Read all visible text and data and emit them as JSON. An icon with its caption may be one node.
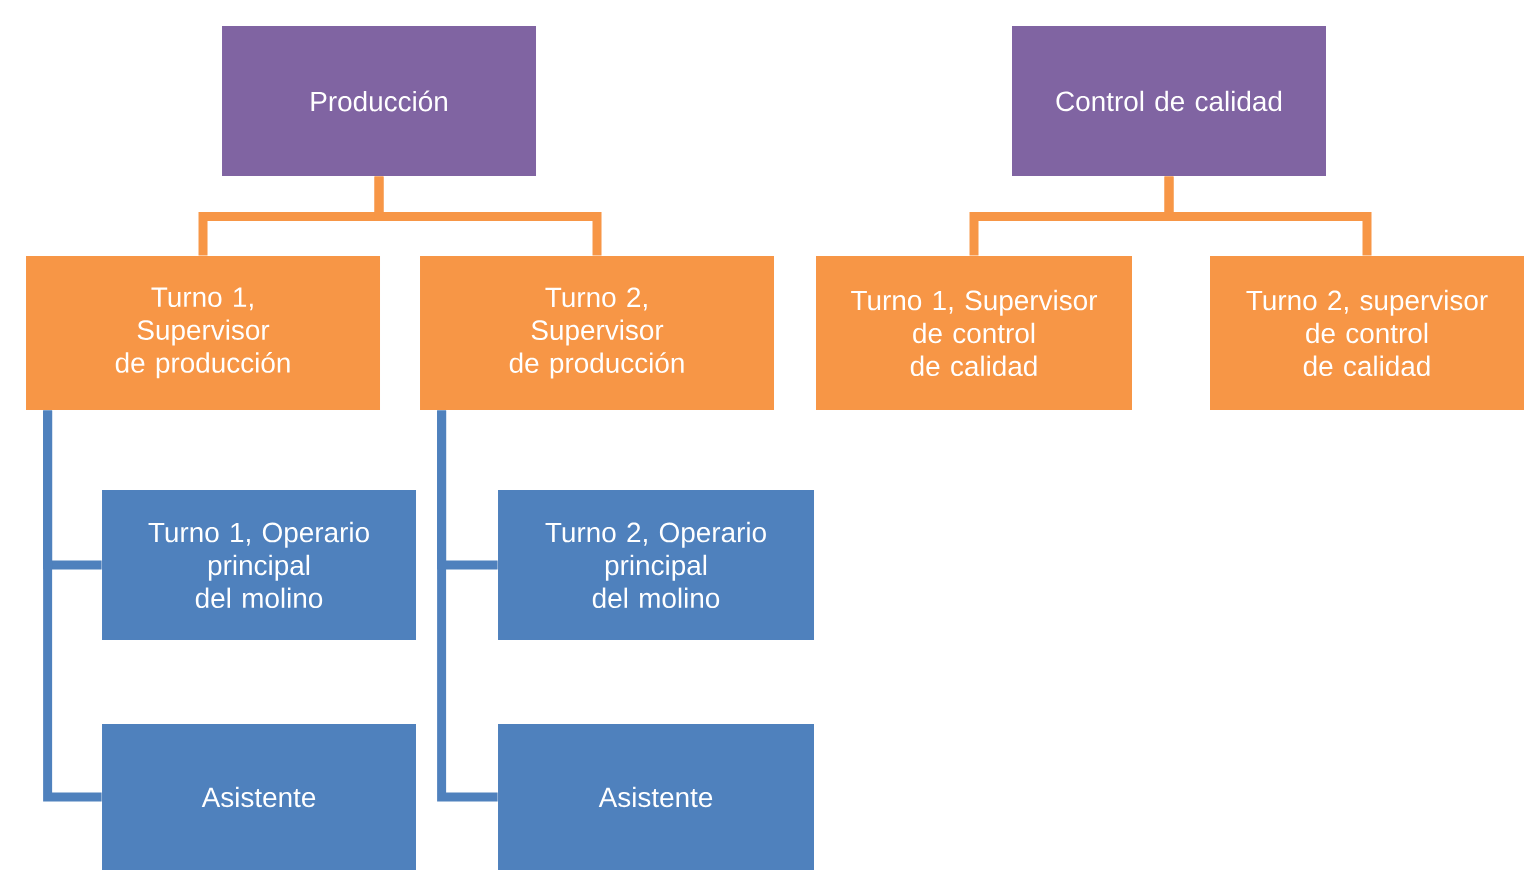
{
  "diagram": {
    "nodes": [
      {
        "text": [
          "Producción"
        ]
      },
      {
        "text": [
          "Control de calidad"
        ]
      },
      {
        "text": [
          "Turno 1, Supervisor de producción"
        ]
      },
      {
        "text": [
          "Turno 2, Supervisor de producción"
        ]
      },
      {
        "text": [
          "Turno 1, Supervisor de control de calidad"
        ]
      },
      {
        "text": [
          "Turno 2, supervisor de control de calidad"
        ]
      },
      {
        "text": [
          "Turno 1, Operario principal del molino"
        ]
      },
      {
        "text": [
          "Asistente"
        ]
      },
      {
        "text": [
          "Turno 2, Operario principal del molino"
        ]
      },
      {
        "text": [
          "Asistente"
        ]
      }
    ],
    "edges": [
      {
        "from": 0,
        "to": 2,
        "arrow": "none",
        "color": "#f79646"
      },
      {
        "from": 0,
        "to": 3,
        "arrow": "none",
        "color": "#f79646"
      },
      {
        "from": 1,
        "to": 4,
        "arrow": "none",
        "color": "#f79646"
      },
      {
        "from": 1,
        "to": 5,
        "arrow": "none",
        "color": "#f79646"
      },
      {
        "from": 2,
        "to": 6,
        "arrow": "none",
        "color": "#4f81bd"
      },
      {
        "from": 2,
        "to": 7,
        "arrow": "none",
        "color": "#4f81bd"
      },
      {
        "from": 3,
        "to": 8,
        "arrow": "none",
        "color": "#4f81bd"
      },
      {
        "from": 3,
        "to": 9,
        "arrow": "none",
        "color": "#4f81bd"
      }
    ]
  }
}
